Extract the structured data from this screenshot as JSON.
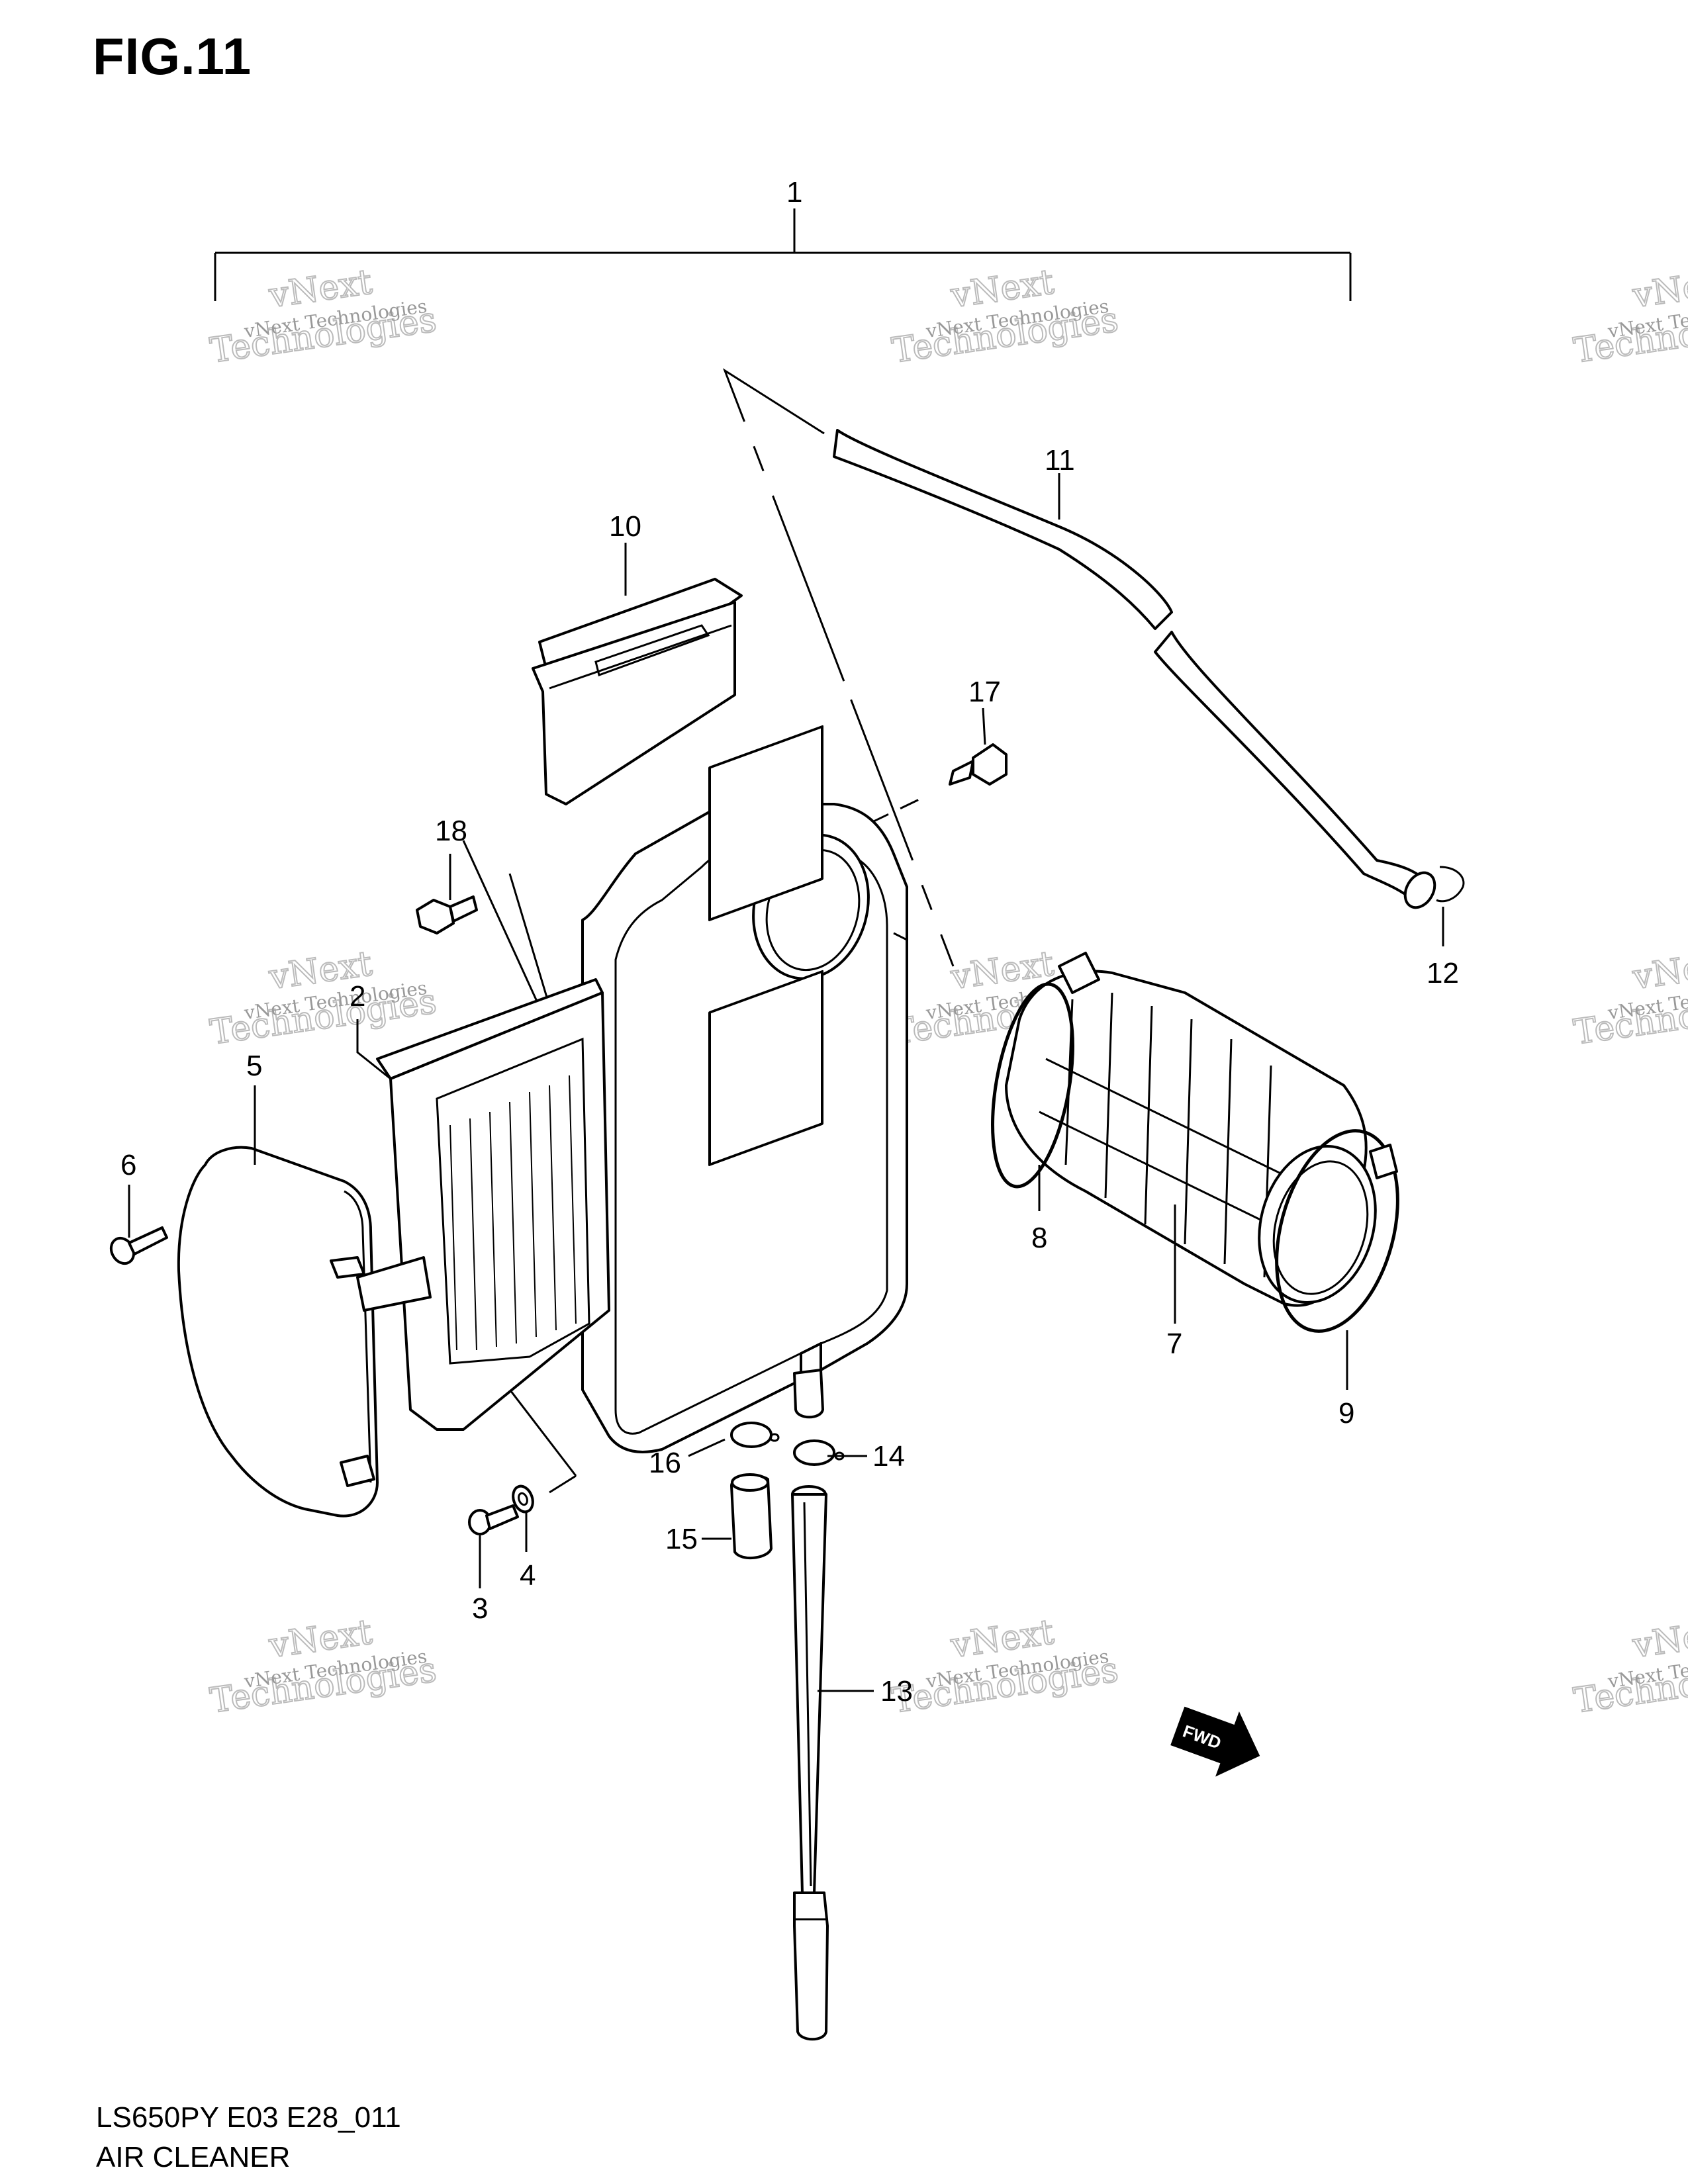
{
  "figure": {
    "title": "FIG.11",
    "model_code": "LS650PY E03 E28_011",
    "assembly_name": "AIR CLEANER"
  },
  "watermark": {
    "line1": "vNext Technologies",
    "line2": "vNext",
    "line3": "Technologies"
  },
  "callouts": [
    "1",
    "2",
    "3",
    "4",
    "5",
    "6",
    "7",
    "8",
    "9",
    "10",
    "11",
    "12",
    "13",
    "14",
    "15",
    "16",
    "17",
    "18"
  ],
  "fwd_label": "FWD"
}
